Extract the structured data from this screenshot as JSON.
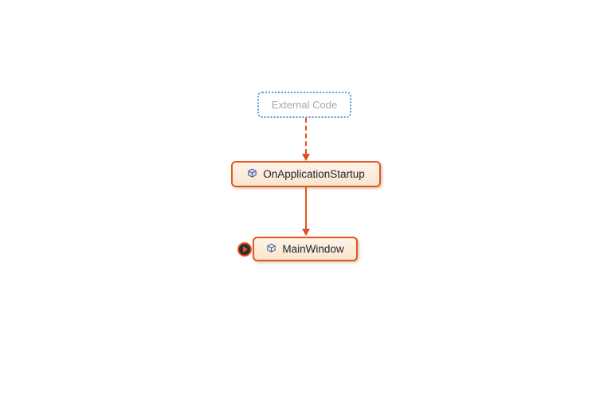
{
  "diagram": {
    "type": "code-map-call-graph",
    "background": "#ffffff",
    "nodes": [
      {
        "id": "external-code",
        "label": "External Code",
        "kind": "external-group",
        "icon": null
      },
      {
        "id": "on-application-startup",
        "label": "OnApplicationStartup",
        "kind": "method",
        "icon": "cube-icon"
      },
      {
        "id": "main-window",
        "label": "MainWindow",
        "kind": "class",
        "icon": "cube-icon"
      }
    ],
    "edges": [
      {
        "from": "external-code",
        "to": "on-application-startup",
        "style": "dashed",
        "direction": "down"
      },
      {
        "from": "on-application-startup",
        "to": "main-window",
        "style": "solid",
        "direction": "down"
      }
    ],
    "badges": [
      {
        "attached_to": "main-window",
        "icon": "expand-incoming-calls-arrow",
        "shape": "dark-circle-with-orange-play-triangle"
      }
    ],
    "colors": {
      "edge_orange": "#e0521c",
      "node_border_orange": "#e0561e",
      "node_fill_peach": "#fce8d6",
      "external_border_blue": "#5b9bd5",
      "external_text_gray": "#a8a8a8",
      "node_text_dark": "#1c2130",
      "icon_blue": "#3e5f9e",
      "badge_dark": "#2d2d2d"
    }
  }
}
